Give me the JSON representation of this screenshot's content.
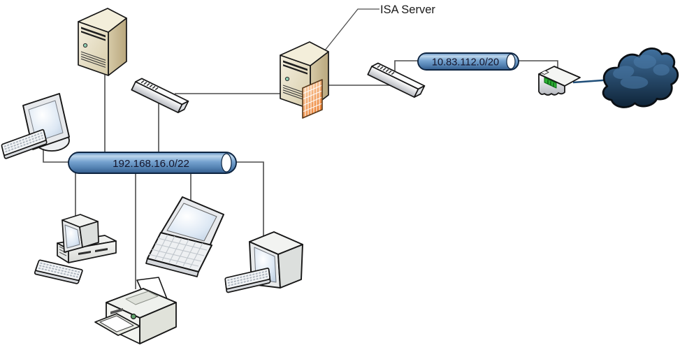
{
  "diagram": {
    "callout": {
      "label": "ISA Server"
    },
    "segments": {
      "lan": {
        "label": "192.168.16.0/22"
      },
      "wan": {
        "label": "10.83.112.0/20"
      }
    },
    "devices": [
      "tower-server",
      "ethernet-hub",
      "isa-server-with-firewall",
      "ethernet-switch",
      "router",
      "internet-cloud",
      "workstation-monitor",
      "keyboard",
      "desktop-pc",
      "laptop",
      "crt-monitor",
      "laser-printer"
    ],
    "colors": {
      "segment_fill": "#6f9cc9",
      "segment_border": "#0d2440",
      "cloud_fill": "#1c3c5f",
      "server_body": "#e7e0ca",
      "firewall_brick": "#ee8435",
      "connector": "#4d4d4d",
      "wan_link": "#1f4e79",
      "router_led": "#2eb135"
    }
  }
}
